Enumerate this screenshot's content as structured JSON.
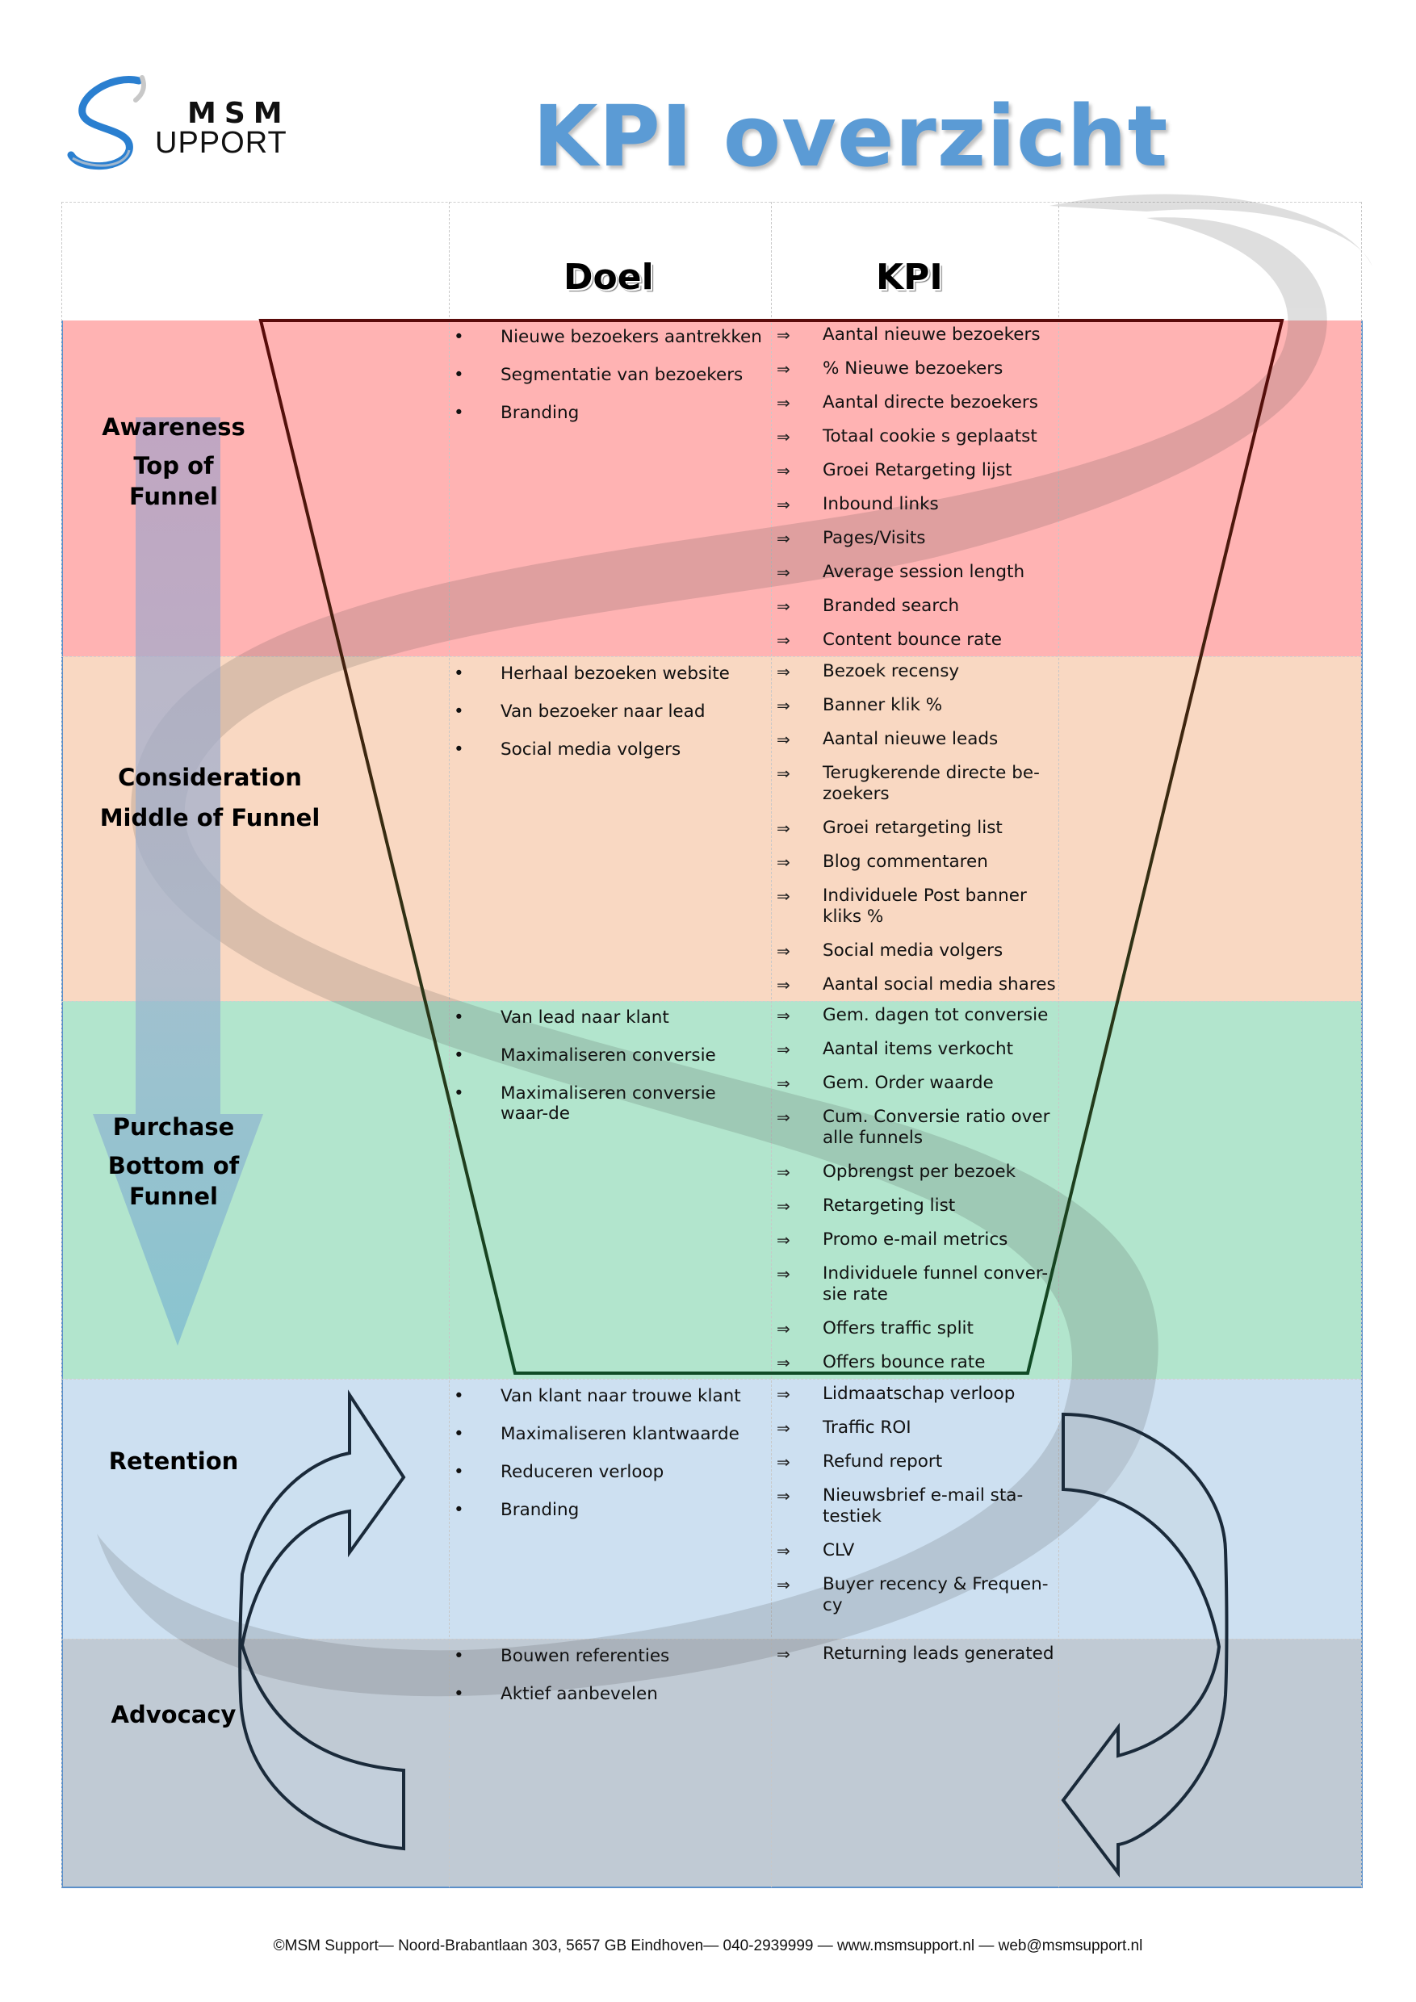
{
  "logo": {
    "line1": "MSM",
    "line2": "UPPORT",
    "brand": "MSM Support"
  },
  "title": "KPI overzicht",
  "headers": {
    "doel": "Doel",
    "kpi": "KPI"
  },
  "colors": {
    "title": "#5b9bd5",
    "awareness": "#ffb3b3",
    "consideration": "#f9d8c2",
    "purchase": "#b2e5cd",
    "retention": "#cde0f1",
    "advocacy": "#c0cad4",
    "table_border": "#5b8fc9"
  },
  "stages": [
    {
      "label_lines": [
        "Awareness",
        "Top of",
        "Funnel"
      ],
      "doel": [
        "Nieuwe bezoekers aantrekken",
        "Segmentatie van bezoekers",
        "Branding"
      ],
      "kpi": [
        "Aantal nieuwe bezoekers",
        "% Nieuwe bezoekers",
        "Aantal directe bezoekers",
        "Totaal cookie s geplaatst",
        "Groei Retargeting lijst",
        "Inbound links",
        "Pages/Visits",
        "Average session length",
        "Branded search",
        "Content bounce rate"
      ]
    },
    {
      "label_lines": [
        "Consideration",
        "Middle of  Funnel"
      ],
      "doel": [
        "Herhaal bezoeken website",
        "Van bezoeker naar lead",
        "Social media volgers"
      ],
      "kpi": [
        "Bezoek recensy",
        "Banner klik %",
        "Aantal nieuwe leads",
        "Terugkerende directe be-zoekers",
        "Groei retargeting list",
        "Blog commentaren",
        "Individuele Post banner kliks %",
        "Social media volgers",
        "Aantal social media shares"
      ]
    },
    {
      "label_lines": [
        "Purchase",
        "Bottom of",
        "Funnel"
      ],
      "doel": [
        "Van lead naar klant",
        "Maximaliseren conversie",
        "Maximaliseren conversie waar-de"
      ],
      "kpi": [
        "Gem. dagen tot conversie",
        "Aantal items verkocht",
        "Gem. Order waarde",
        "Cum. Conversie ratio over alle funnels",
        "Opbrengst per bezoek",
        "Retargeting list",
        "Promo e-mail metrics",
        "Individuele funnel conver-sie rate",
        "Offers traffic split",
        "Offers bounce rate"
      ]
    },
    {
      "label_lines": [
        "Retention"
      ],
      "doel": [
        "Van klant naar trouwe klant",
        "Maximaliseren klantwaarde",
        "Reduceren verloop",
        "Branding"
      ],
      "kpi": [
        "Lidmaatschap verloop",
        "Traffic ROI",
        "Refund report",
        "Nieuwsbrief e-mail sta-testiek",
        "CLV",
        "Buyer recency & Frequen-cy"
      ]
    },
    {
      "label_lines": [
        "Advocacy"
      ],
      "doel": [
        "Bouwen referenties",
        "Aktief aanbevelen"
      ],
      "kpi": [
        "Returning leads generated"
      ]
    }
  ],
  "icons": {
    "bullet": "•",
    "kpi_arrow": "⇒"
  },
  "footer": "©MSM Support— Noord-Brabantlaan 303, 5657 GB Eindhoven— 040-2939999 — www.msmsupport.nl — web@msmsupport.nl"
}
